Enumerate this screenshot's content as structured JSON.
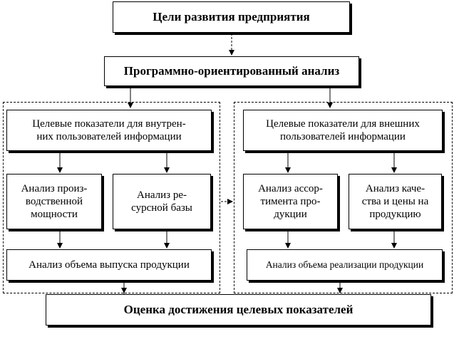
{
  "top_goal": "Цели развития предприятия",
  "analysis_method": "Программно-ориентированный анализ",
  "internal_block": {
    "indicators": "Целевые показатели для  внутрен-\nних пользователей информации",
    "capacity": "Анализ произ-\nводственной\nмощности",
    "resources": "Анализ ре-\nсурсной базы",
    "output": "Анализ объема выпуска продукции"
  },
  "external_block": {
    "indicators": "Целевые показатели для внешних\nпользователей информации",
    "assortment": "Анализ ассор-\nтимента про-\nдукции",
    "quality_price": "Анализ каче-\nства и цены на\nпродукцию",
    "sales": "Анализ объема реализации продукции"
  },
  "final_evaluation": "Оценка достижения целевых  показателей"
}
